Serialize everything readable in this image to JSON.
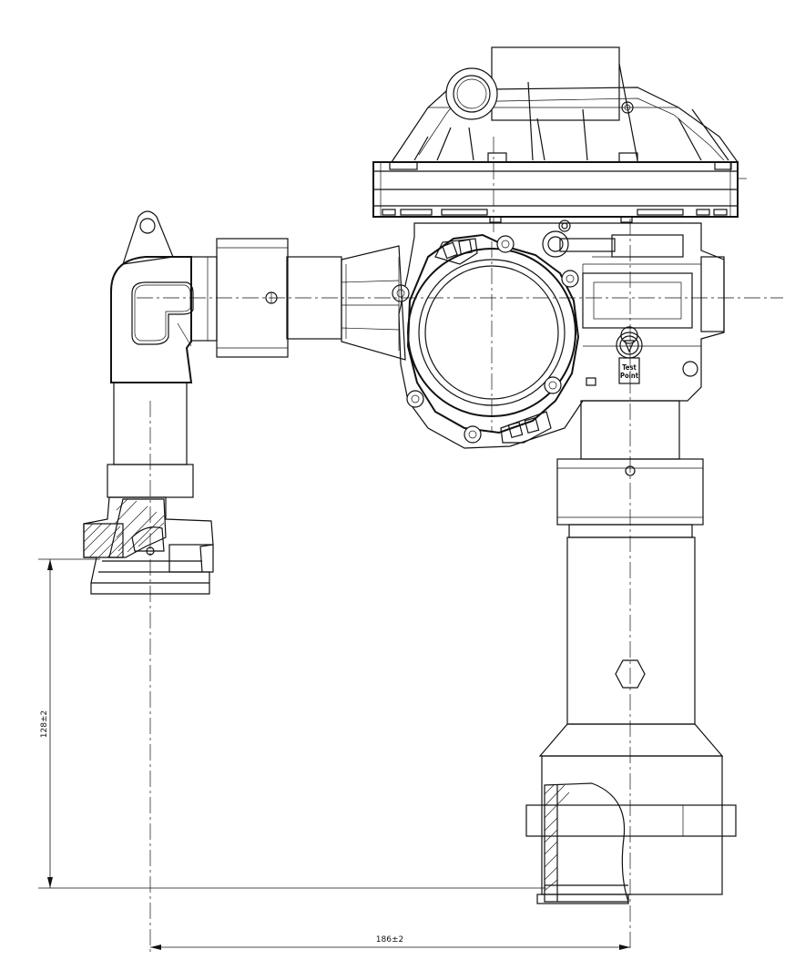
{
  "drawing": {
    "test_point_label_line1": "Test",
    "test_point_label_line2": "Point",
    "dimension_vertical": "128±2",
    "dimension_horizontal": "186±2"
  }
}
